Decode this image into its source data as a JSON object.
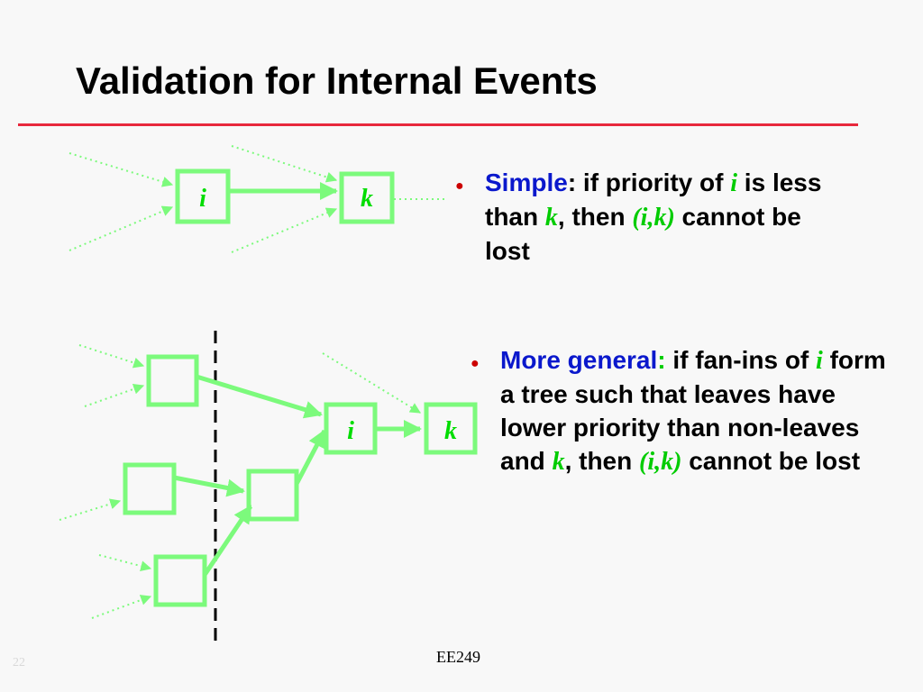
{
  "slide": {
    "title": "Validation for Internal Events",
    "footer": "EE249",
    "page_number": "22"
  },
  "diagram_top": {
    "node_i_label": "i",
    "node_k_label": "k"
  },
  "diagram_bottom": {
    "node_i_label": "i",
    "node_k_label": "k"
  },
  "bullets": [
    {
      "term": "Simple",
      "sep": ":",
      "t1": " if priority of ",
      "m1": "i",
      "t2": " is less than ",
      "m2": "k",
      "t3": ", then ",
      "m3": "(i,k)",
      "t4": " cannot be lost"
    },
    {
      "term": "More general",
      "sep": ":",
      "t1": " if fan-ins of ",
      "m1": "i",
      "t2": " form a tree such that leaves have lower priority than non-leaves and ",
      "m2": "k",
      "t3": ", then ",
      "m3": "(i,k)",
      "t4": " cannot be lost"
    }
  ],
  "colors": {
    "node": "#7cfa7c",
    "label": "#00cc00",
    "rule": "#e8283c",
    "term": "#0a18cc",
    "bullet": "#cc0000"
  }
}
